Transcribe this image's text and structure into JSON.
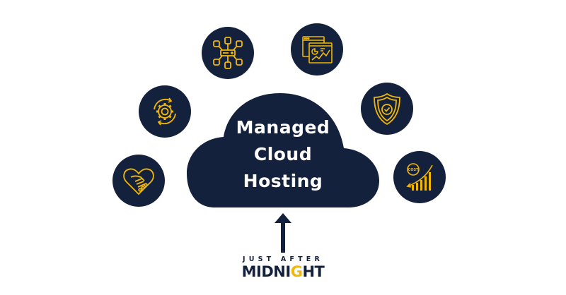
{
  "diagram": {
    "center": {
      "lines": [
        "Managed",
        "Cloud",
        "Hosting"
      ],
      "shape": "cloud",
      "color": "#14213d",
      "text_color": "#ffffff"
    },
    "icons": [
      {
        "name": "network-database-icon",
        "meaning": "server connected to databases"
      },
      {
        "name": "analytics-dashboard-icon",
        "meaning": "browser windows with charts"
      },
      {
        "name": "gear-cycle-icon",
        "meaning": "gear with circular arrows"
      },
      {
        "name": "security-shield-icon",
        "meaning": "shield with checkmark"
      },
      {
        "name": "handshake-heart-icon",
        "meaning": "handshake forming heart"
      },
      {
        "name": "cost-reduction-icon",
        "meaning": "cost badge with bar chart and arrow"
      }
    ],
    "icon_circle_color": "#14213d",
    "icon_stroke_color": "#f2b705",
    "arrow": {
      "direction": "up",
      "color": "#14213d"
    },
    "logo": {
      "top": "JUST AFTER",
      "main_a": "MIDNI",
      "main_moon": "G",
      "main_b": "HT",
      "accent": "#f2b705"
    }
  }
}
